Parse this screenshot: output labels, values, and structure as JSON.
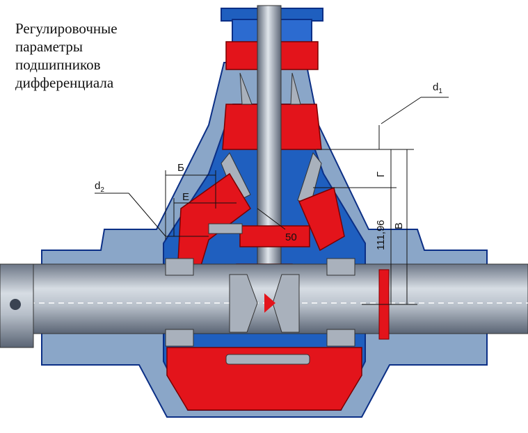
{
  "title": "Регулировочные параметры подшипников дифференциала",
  "labels": {
    "d1": "d",
    "d1_sub": "1",
    "d2": "d",
    "d2_sub": "2",
    "b": "Б",
    "e": "Е",
    "g": "Г",
    "v": "В",
    "dim_111": "111,96",
    "dim_50": "50"
  },
  "colors": {
    "housing_blue": "#1f5fbf",
    "housing_light": "#8aa6c8",
    "part_red": "#e3141b",
    "shaft_grey": "#a9b1bc",
    "dark_blue": "#0b2f86"
  }
}
